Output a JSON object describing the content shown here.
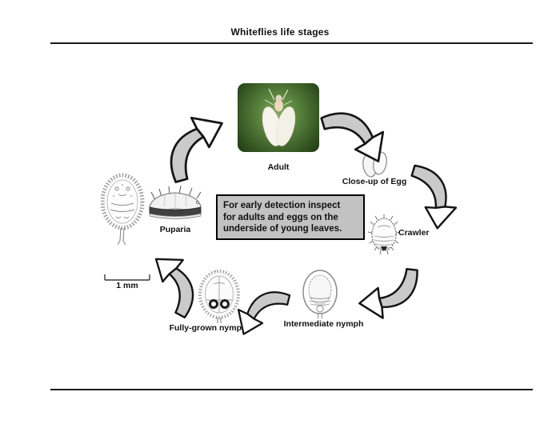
{
  "title": "Whiteflies life stages",
  "stages": {
    "adult": {
      "label": "Adult"
    },
    "egg": {
      "label": "Close-up of Egg"
    },
    "crawler": {
      "label": "Crawler"
    },
    "intermediate": {
      "label": "Intermediate nymph"
    },
    "fully_grown": {
      "label": "Fully-grown nymph"
    },
    "puparia": {
      "label": "Puparia"
    }
  },
  "note_box": {
    "lines": [
      "For early detection inspect",
      "for adults and eggs on the",
      "underside of young leaves."
    ],
    "bg_color": "#c2c2c2",
    "border_color": "#000000"
  },
  "scale_bar": {
    "label": "1 mm"
  },
  "colors": {
    "arrow_fill": "#cacaca",
    "line_color": "#1c1c1c",
    "leaf_green_light": "#85aa60",
    "leaf_green_dark": "#1f3a14",
    "whitefly_white": "#f7f4ec"
  }
}
